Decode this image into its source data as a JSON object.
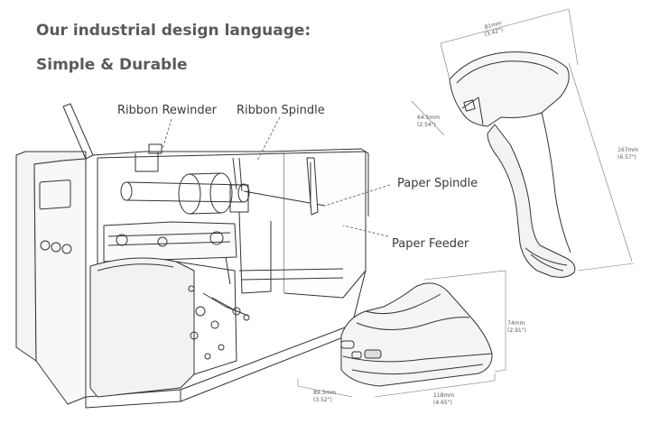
{
  "heading": {
    "line1": "Our industrial design language:",
    "line2": "Simple & Durable"
  },
  "callouts": {
    "ribbon_rewinder": "Ribbon Rewinder",
    "ribbon_spindle": "Ribbon Spindle",
    "paper_spindle": "Paper Spindle",
    "paper_feeder": "Paper Feeder"
  },
  "scanner_dimensions": {
    "width_mm": "81mm",
    "width_in": "(3.42\")",
    "depth_mm": "64.5mm",
    "depth_in": "(2.54\")",
    "height_mm": "167mm",
    "height_in": "(6.57\")"
  },
  "cradle_dimensions": {
    "height_mm": "74mm",
    "height_in": "(2.91\")",
    "depth_mm": "89.3mm",
    "depth_in": "(3.52\")",
    "length_mm": "118mm",
    "length_in": "(4.65\")"
  },
  "colors": {
    "heading": "#5a5a5a",
    "line_art": "#333333"
  }
}
